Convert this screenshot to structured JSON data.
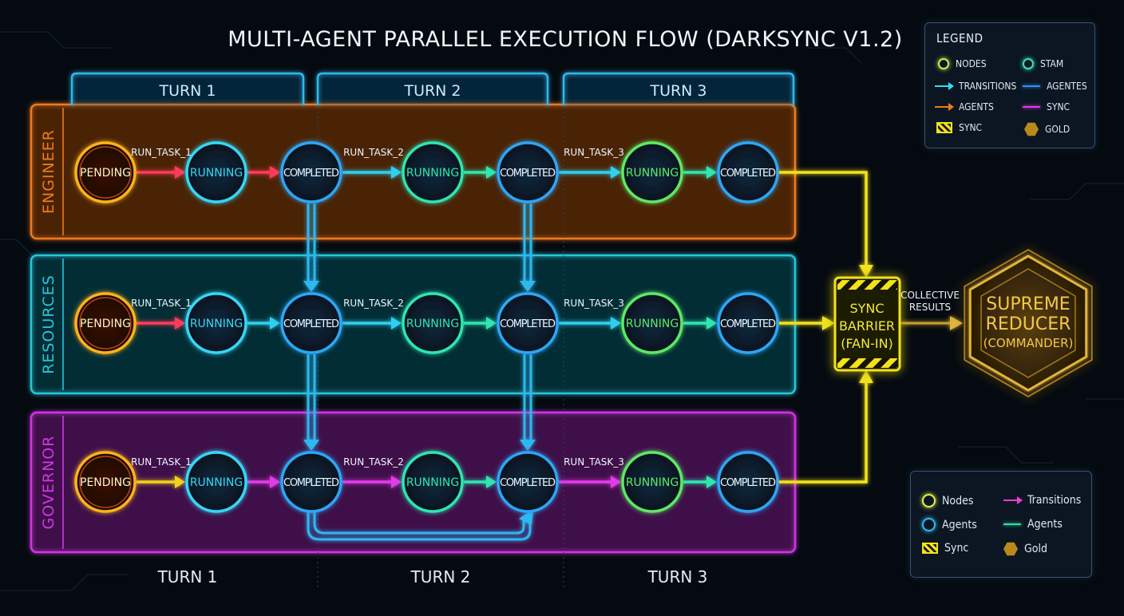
{
  "title": "MULTI-AGENT PARALLEL EXECUTION FLOW (DARKSYNC V1.2)",
  "turns_top": [
    "TURN 1",
    "TURN 2",
    "TURN 3"
  ],
  "turns_bottom": [
    "TURN 1",
    "TURN 2",
    "TURN 3"
  ],
  "lanes": [
    {
      "label": "ENGINEER",
      "color": "#f07a1a",
      "nodes": [
        "PENDING",
        "RUNNING",
        "COMPLETED",
        "RUNNING",
        "COMPLETED",
        "RUNNING",
        "COMPLETED"
      ],
      "edge_labels": [
        "RUN_TASK_1",
        "RUN_TASK_2",
        "RUN_TASK_3"
      ]
    },
    {
      "label": "RESOURCES",
      "color": "#26c6d9",
      "nodes": [
        "PENDING",
        "RUNNING",
        "COMPLETED",
        "RUNNING",
        "COMPLETED",
        "RUNNING",
        "COMPLETED"
      ],
      "edge_labels": [
        "RUN_TASK_1",
        "RUN_TASK_2",
        "RUN_TASK_3"
      ]
    },
    {
      "label": "GOVERNOR",
      "color": "#d236e6",
      "nodes": [
        "PENDING",
        "RUNNING",
        "COMPLETED",
        "RUNNING",
        "COMPLETED",
        "RUNNING",
        "COMPLETED"
      ],
      "edge_labels": [
        "RUN_TASK_1",
        "RUN_TASK_2",
        "RUN_TASK_3"
      ]
    }
  ],
  "sync_barrier": {
    "lines": [
      "SYNC",
      "BARRIER",
      "(FAN-IN)"
    ]
  },
  "collective_label": [
    "COLLECTIVE",
    "RESULTS"
  ],
  "reducer": {
    "lines": [
      "SUPREME",
      "REDUCER",
      "(COMMANDER)"
    ]
  },
  "legend_top": {
    "title": "LEGEND",
    "items": [
      {
        "label": "NODES",
        "icon": "circle",
        "color": "#c6f04a"
      },
      {
        "label": "STAM",
        "icon": "circle",
        "color": "#34e6b8"
      },
      {
        "label": "TRANSITIONS",
        "icon": "arrow",
        "color": "#2fe0f0"
      },
      {
        "label": "AGENTES",
        "icon": "line",
        "color": "#2f8ff0"
      },
      {
        "label": "AGENTS",
        "icon": "arrow",
        "color": "#f07a1a"
      },
      {
        "label": "SYNC",
        "icon": "line",
        "color": "#e23ae8"
      },
      {
        "label": "SYNC",
        "icon": "sync",
        "color": "#f2e21b"
      },
      {
        "label": "GOLD",
        "icon": "hex",
        "color": "#d9a82a"
      }
    ]
  },
  "legend_bottom": {
    "items": [
      {
        "label": "Nodes",
        "icon": "circle",
        "color": "#e6f04a"
      },
      {
        "label": "Transitions",
        "icon": "arrow",
        "color": "#f23ad8"
      },
      {
        "label": "Agents",
        "icon": "circle",
        "color": "#2fb8f0"
      },
      {
        "label": "Agents",
        "icon": "line",
        "color": "#2fe0a0"
      },
      {
        "label": "Sync",
        "icon": "sync",
        "color": "#f2e21b"
      },
      {
        "label": "Gold",
        "icon": "hex",
        "color": "#d9a82a"
      }
    ]
  }
}
